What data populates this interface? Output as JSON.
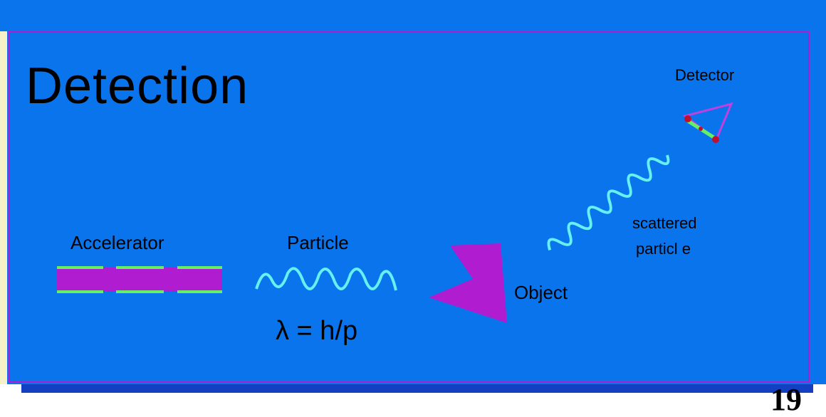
{
  "slide": {
    "title": "Detection",
    "page_number": "19",
    "labels": {
      "accelerator": "Accelerator",
      "particle": "Particle",
      "formula": "λ = h/p",
      "object": "Object",
      "scattered_line1": "scattered",
      "scattered_line2": "particl e",
      "detector": "Detector"
    }
  },
  "colors": {
    "background": "#0a74ec",
    "border": "#b01cd0",
    "wave": "#66f0f0",
    "accelerator_fill": "#b01cd0",
    "accelerator_stripe": "#66f066",
    "detector_dot": "#c01030"
  }
}
